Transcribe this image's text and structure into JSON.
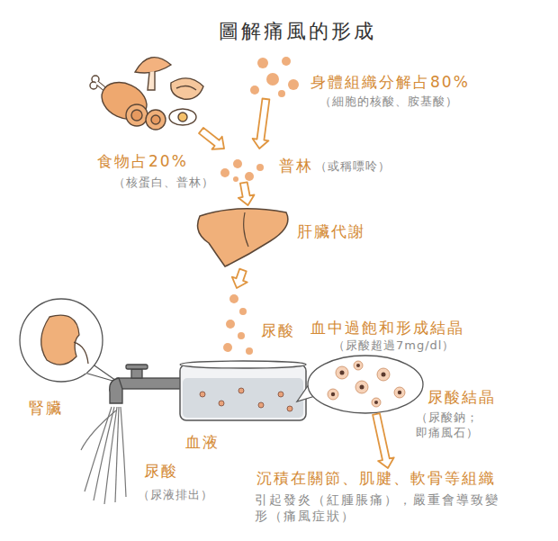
{
  "diagram": {
    "title": "圖解痛風的形成",
    "nodes": [
      {
        "text": [
          "身體組織分解占80%",
          "（細胞的核酸、胺基酸）"
        ]
      },
      {
        "text": [
          "食物占20%",
          "（核蛋白、普林）"
        ]
      },
      {
        "text": [
          "普林",
          "（或稱嘌呤）"
        ]
      },
      {
        "text": [
          "肝臟代謝"
        ]
      },
      {
        "text": [
          "尿酸"
        ]
      },
      {
        "text": [
          "血液"
        ]
      },
      {
        "text": [
          "尿酸結晶",
          "（尿酸鈉；即痛風石）"
        ]
      },
      {
        "text": [
          "沉積在關節、肌腱、軟骨等組織",
          "引起發炎（紅腫脹痛），嚴重會導致變形（痛風症狀）"
        ]
      },
      {
        "text": [
          "腎臟"
        ]
      },
      {
        "text": [
          "尿酸",
          "（尿液排出）"
        ]
      }
    ],
    "edges": [
      {
        "from": 1,
        "to": 2,
        "arrow": "to"
      },
      {
        "from": 0,
        "to": 2,
        "arrow": "to"
      },
      {
        "from": 2,
        "to": 3,
        "arrow": "to"
      },
      {
        "from": 3,
        "to": 4,
        "arrow": "to"
      },
      {
        "from": 6,
        "to": 7,
        "arrow": "to"
      }
    ],
    "labels": [
      "血中過飽和形成結晶",
      "（尿酸超過7mg/dl）"
    ]
  }
}
